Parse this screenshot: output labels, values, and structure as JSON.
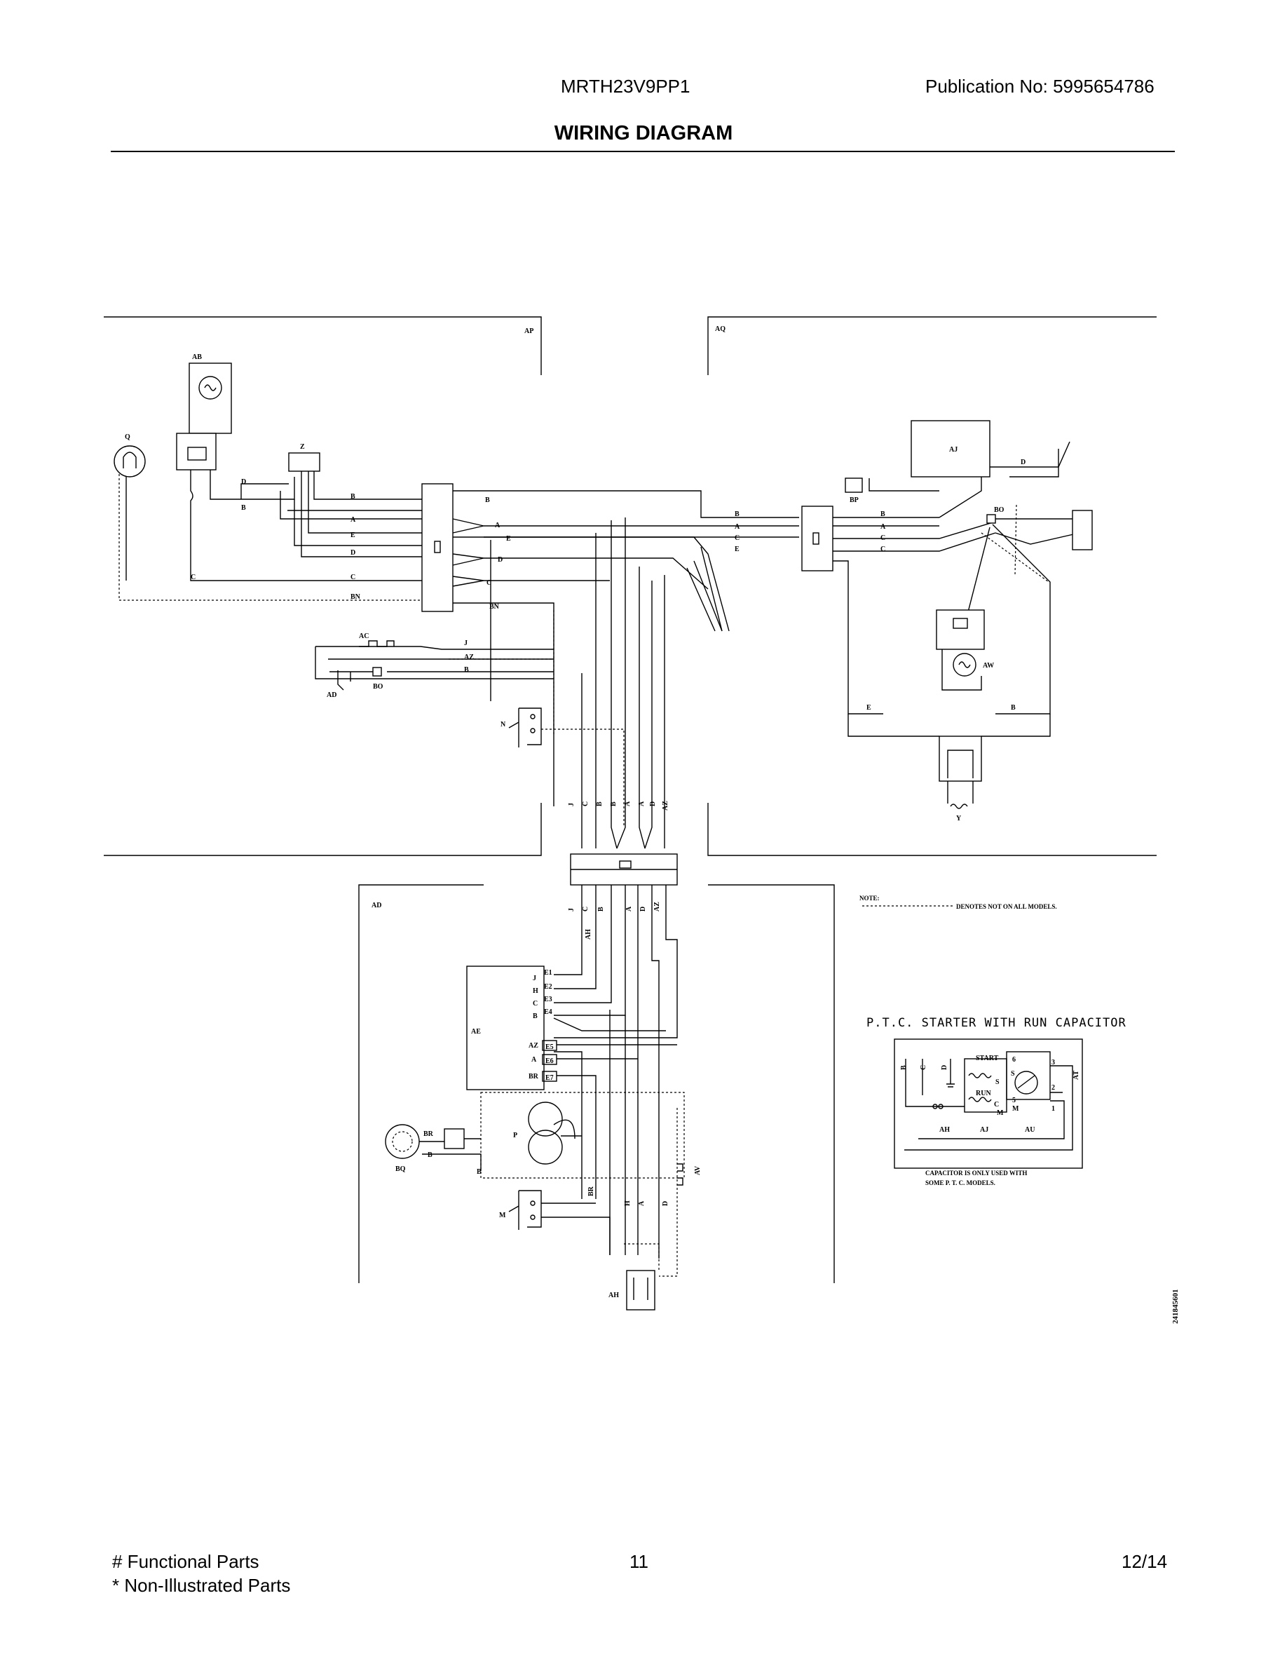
{
  "header": {
    "model": "MRTH23V9PP1",
    "publication": "Publication No:  5995654786",
    "title": "WIRING DIAGRAM"
  },
  "footer": {
    "legend_functional": "# Functional Parts",
    "legend_non_illustrated": "* Non-Illustrated Parts",
    "page_number": "11",
    "date": "12/14"
  },
  "diagram": {
    "section_labels": [
      "AP",
      "AQ",
      "AD"
    ],
    "component_labels": {
      "ab": "AB",
      "q": "Q",
      "z": "Z",
      "aj": "AJ",
      "bp": "BP",
      "bo": "BO",
      "aw": "AW",
      "y": "Y",
      "ac": "AC",
      "ad": "AD",
      "n": "N",
      "ae": "AE",
      "p": "P",
      "br": "BR",
      "bq": "BQ",
      "m": "M",
      "ah": "AH",
      "av": "AV",
      "ah_wire": "AH"
    },
    "wire_letters": {
      "b": "B",
      "a": "A",
      "e": "E",
      "d": "D",
      "c": "C",
      "bn": "BN",
      "j": "J",
      "az": "AZ",
      "h": "H",
      "br": "BR"
    },
    "ae_terminals": [
      "E1",
      "E2",
      "E3",
      "E4",
      "E5",
      "E6",
      "E7"
    ],
    "ae_wires": [
      "J",
      "H",
      "C",
      "B",
      "AZ",
      "A",
      "BR"
    ],
    "note_label": "NOTE:",
    "note_text": "DENOTES  NOT  ON  ALL  MODELS.",
    "ptc": {
      "title": "P.T.C.  STARTER WITH RUN CAPACITOR",
      "wire_labels": [
        "B",
        "C",
        "D"
      ],
      "start": "START",
      "run": "RUN",
      "terminals": [
        "S",
        "S",
        "C",
        "M",
        "M",
        "6",
        "5",
        "3",
        "2",
        "1"
      ],
      "parts": [
        "AH",
        "AJ",
        "AU",
        "AT"
      ],
      "caption_1": "CAPACITOR  IS  ONLY  USED  WITH",
      "caption_2": "SOME  P. T. C.  MODELS."
    },
    "drawing_number": "241845601"
  }
}
